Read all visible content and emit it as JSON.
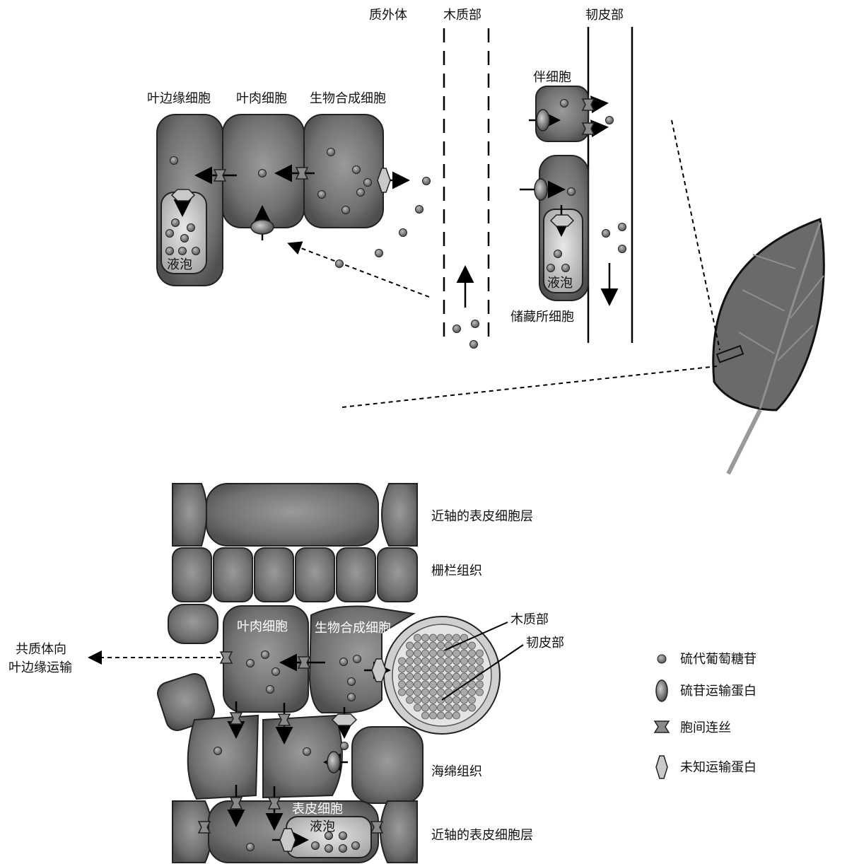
{
  "top_labels": {
    "apoplast": "质外体",
    "xylem": "木质部",
    "phloem": "韧皮部",
    "companion_cell": "伴细胞",
    "leaf_margin_cell": "叶边缘细胞",
    "mesophyll_cell": "叶肉细胞",
    "biosynthesis_cell": "生物合成细胞",
    "vacuole": "液泡",
    "vacuole_2": "液泡",
    "storage_cell": "储藏所细胞"
  },
  "bottom_labels": {
    "adaxial_epidermis": "近轴的表皮细胞层",
    "palisade": "栅栏组织",
    "mesophyll_cell": "叶肉细胞",
    "biosynthesis_cell": "生物合成细胞",
    "xylem": "木质部",
    "phloem": "韧皮部",
    "symplastic_line1": "共质体向",
    "symplastic_line2": "叶边缘运输",
    "spongy": "海绵组织",
    "epidermal_cell": "表皮细胞",
    "vacuole": "液泡",
    "lower_epidermis": "近轴的表皮细胞层"
  },
  "legend": {
    "items": [
      {
        "icon": "glucosinolate-dot-icon",
        "label": "硫代葡萄糖苷"
      },
      {
        "icon": "transporter-oval-icon",
        "label": "硫苷运输蛋白"
      },
      {
        "icon": "plasmodesmata-icon",
        "label": "胞间连丝"
      },
      {
        "icon": "unknown-transporter-icon",
        "label": "未知运输蛋白"
      }
    ]
  },
  "colors": {
    "cell_fill": "#6e6e6e",
    "cell_stroke": "#222222",
    "leaf_fill": "#6a6a6a",
    "line": "#000000"
  }
}
